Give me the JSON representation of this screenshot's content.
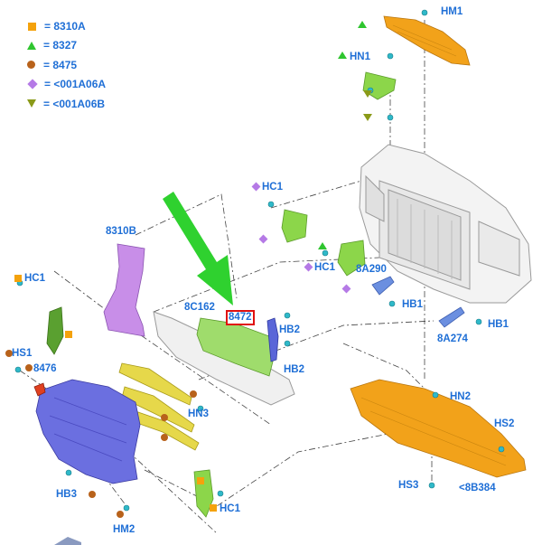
{
  "colors": {
    "label": "#1f6fd6",
    "fastener": "#2fb9c9",
    "orange_part": "#f2a21a",
    "purple_part": "#c88ee8",
    "blue_part": "#6b6fe0",
    "green_part": "#8cd64a",
    "highlight_box": "#e01010",
    "arrow": "#2fd12f"
  },
  "legend": [
    {
      "symbol": "orange-square",
      "text": "= 8310A"
    },
    {
      "symbol": "green-triangle",
      "text": "= 8327"
    },
    {
      "symbol": "brown-circle",
      "text": "= 8475"
    },
    {
      "symbol": "purple-diamond",
      "text": "= <001A06A"
    },
    {
      "symbol": "olive-triangle-down",
      "text": "= <001A06B"
    }
  ],
  "labels": {
    "hm1": "HM1",
    "hn1": "HN1",
    "hc1_a": "HC1",
    "hc1_b": "HC1",
    "hc1_c": "HC1",
    "hc1_d": "HC1",
    "p8310b": "8310B",
    "p8c162": "8C162",
    "p8472": "8472",
    "hb2_a": "HB2",
    "hb2_b": "HB2",
    "p8a290": "8A290",
    "hb1_a": "HB1",
    "hb1_b": "HB1",
    "p8a274": "8A274",
    "hs1": "HS1",
    "p8476": "8476",
    "hn3": "HN3",
    "hn2": "HN2",
    "hs2": "HS2",
    "hs3": "HS3",
    "p8b384": "<8B384",
    "hb3": "HB3",
    "hm2": "HM2"
  }
}
